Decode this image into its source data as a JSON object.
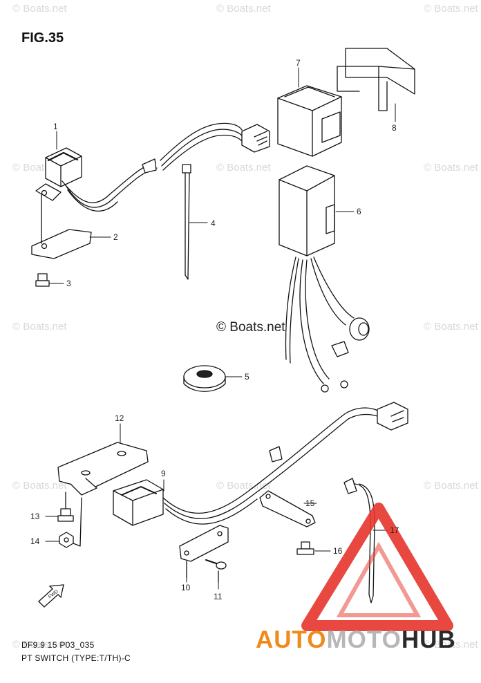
{
  "figure": {
    "title": "FIG.35",
    "caption_line1": "DF9.9 15 P03_035",
    "caption_line2": "PT SWITCH (TYPE:T/TH)-C"
  },
  "watermark": {
    "text": "© Boats.net",
    "center_text": "© Boats.net"
  },
  "callouts": [
    "1",
    "2",
    "3",
    "4",
    "5",
    "6",
    "7",
    "8",
    "9",
    "10",
    "11",
    "12",
    "13",
    "14",
    "15",
    "16",
    "17"
  ],
  "logo": {
    "part1": "AUTO",
    "part2": "MOTO",
    "part3": "HUB",
    "colors": [
      "#f08a1c",
      "#b7b7b7",
      "#2b2b2b",
      "#e5342a"
    ]
  },
  "icons": {
    "fwd_arrow": "fwd-arrow-icon"
  },
  "fwd_label": "FWD"
}
